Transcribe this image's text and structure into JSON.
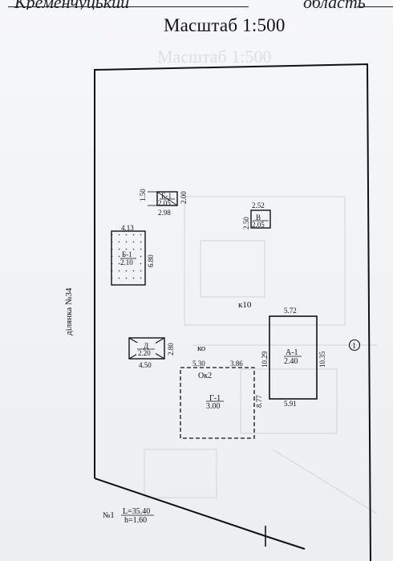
{
  "header": {
    "cut_text_left": "Кременчуцький",
    "cut_text_right": "область",
    "scale_title": "Масштаб 1:500"
  },
  "labels": {
    "neighbor_left": "ділянка №34",
    "k10": "к10",
    "ko": "ко",
    "ok2": "Ок2",
    "point_1": "1",
    "boundary_no": "№1",
    "boundary_l": "L=35.40",
    "boundary_h": "h=1.60"
  },
  "buildings": {
    "e1": {
      "name": "Е-1",
      "height": "2.05",
      "dim_width": "2.98",
      "dim_left": "1.50",
      "dim_right": "2.00"
    },
    "v": {
      "name": "В",
      "height": "2.05",
      "dim_top": "2.52",
      "dim_left": "2.50"
    },
    "b1": {
      "name": "Б-1",
      "height": "2.10",
      "dim_top": "4.13",
      "dim_right": "6.80"
    },
    "d": {
      "name": "Д",
      "height": "2.20",
      "dim_bottom": "4.50",
      "dim_right": "2.80"
    },
    "a1": {
      "name": "А-1",
      "height": "2.40",
      "dim_top": "5.72",
      "dim_bottom": "5.91",
      "dim_left": "10.29",
      "dim_right": "10.35"
    },
    "g1": {
      "name": "Г-1",
      "height": "3.00",
      "dim_top_left": "5.30",
      "dim_top_right": "3.86",
      "dim_right": "8.77"
    }
  }
}
